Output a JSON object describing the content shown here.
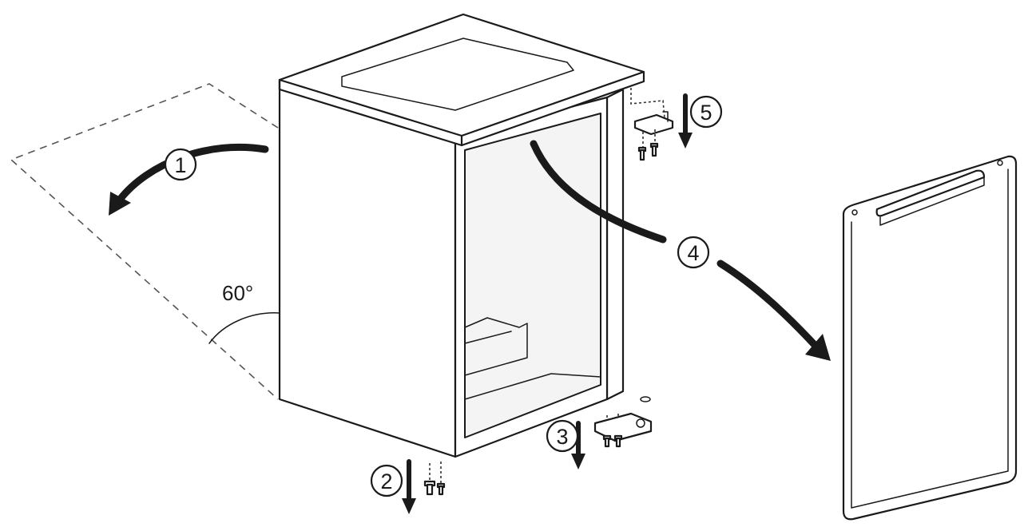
{
  "angle_label": "60°",
  "steps": [
    {
      "number": "1"
    },
    {
      "number": "2"
    },
    {
      "number": "3"
    },
    {
      "number": "4"
    },
    {
      "number": "5"
    }
  ],
  "colors": {
    "line": "#1a1a1a",
    "background": "#ffffff"
  }
}
